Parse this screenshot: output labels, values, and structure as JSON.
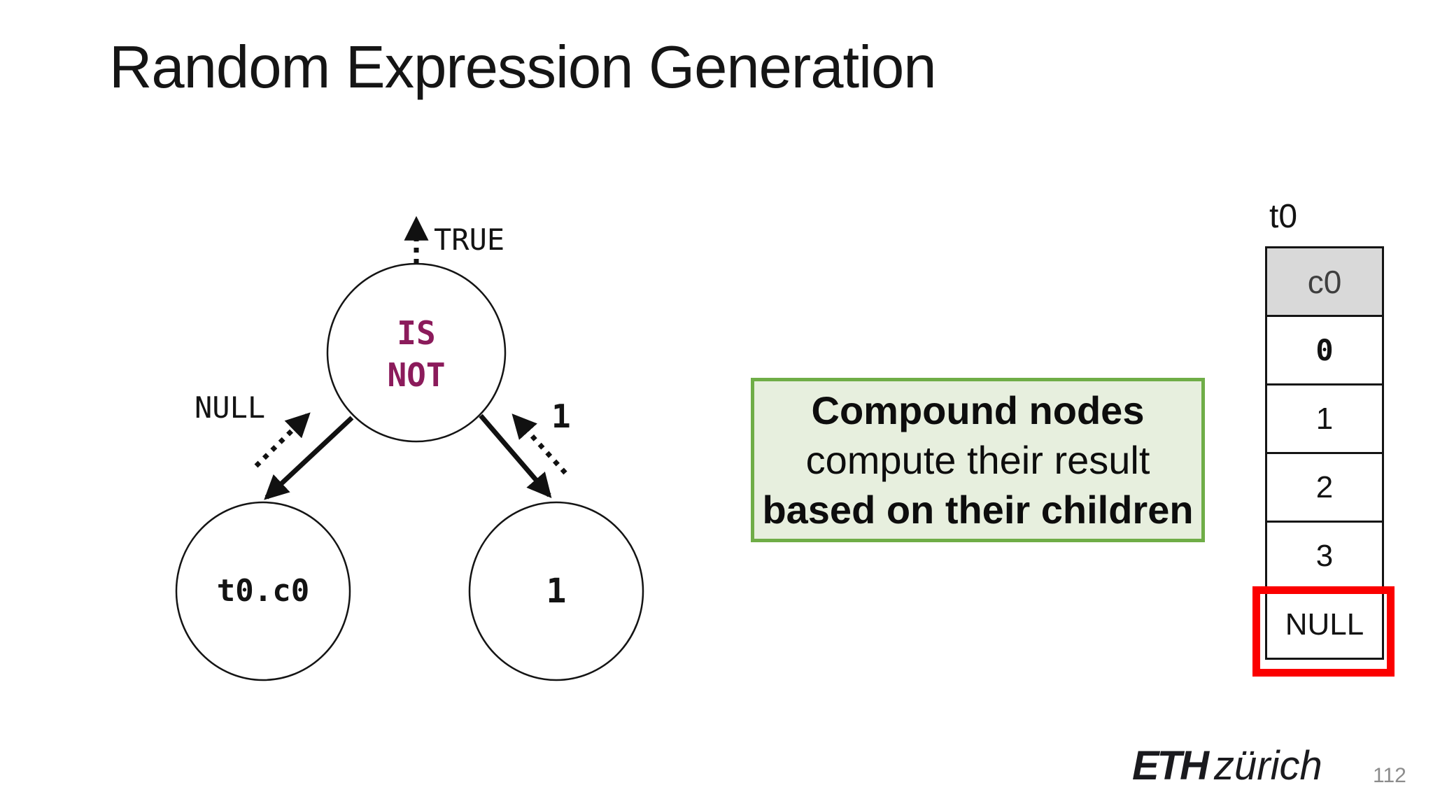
{
  "slide": {
    "title": "Random Expression Generation",
    "page_number": "112"
  },
  "logo": {
    "eth": "ETH",
    "city": "zürich"
  },
  "tree": {
    "root_result_label": "TRUE",
    "root": {
      "line1": "IS",
      "line2": "NOT"
    },
    "left_child": {
      "label": "t0.c0",
      "result_label": "NULL"
    },
    "right_child": {
      "label": "1",
      "result_label": "1"
    }
  },
  "callout": {
    "line1": "Compound nodes",
    "line2": "compute their result",
    "line3": "based on their children"
  },
  "table": {
    "name": "t0",
    "header": "c0",
    "rows": [
      "0",
      "1",
      "2",
      "3",
      "NULL"
    ],
    "highlighted_row": "NULL"
  },
  "colors": {
    "operator_text": "#8B1B5B",
    "callout_border": "#6FAD47",
    "callout_fill": "#E7EFDE",
    "table_header_fill": "#D9D9D9",
    "highlight_border": "#FB0000"
  }
}
